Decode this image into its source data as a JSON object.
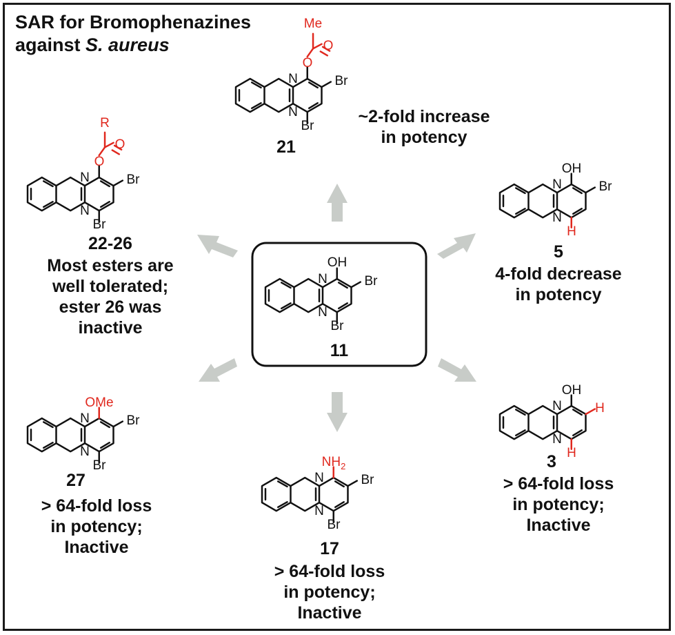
{
  "title": {
    "line1": "SAR for Bromophenazines",
    "line2_prefix": "against ",
    "line2_species": "S. aureus"
  },
  "colors": {
    "highlight": "#e0281e",
    "arrow": "#c8ccc8",
    "line": "#111111"
  },
  "compounds": {
    "c11": {
      "id": "11",
      "substituents": {
        "top": "OH",
        "side": "Br",
        "bottom": "Br"
      }
    },
    "c21": {
      "id": "21",
      "substituents": {
        "group": "Me",
        "side": "Br",
        "bottom": "Br"
      },
      "note": [
        "~2-fold increase",
        "in potency"
      ]
    },
    "c22": {
      "id": "22-26",
      "substituents": {
        "group": "R",
        "side": "Br",
        "bottom": "Br"
      },
      "note": [
        "Most esters are",
        "well tolerated;",
        "ester 26 was",
        "inactive"
      ]
    },
    "c5": {
      "id": "5",
      "substituents": {
        "top": "OH",
        "side": "Br",
        "bottom": "H"
      },
      "note": [
        "4-fold decrease",
        "in potency"
      ]
    },
    "c27": {
      "id": "27",
      "substituents": {
        "top": "OMe",
        "side": "Br",
        "bottom": "Br"
      },
      "note": [
        "> 64-fold loss",
        "in potency;",
        "Inactive"
      ]
    },
    "c17": {
      "id": "17",
      "substituents": {
        "top": "NH",
        "top_sub": "2",
        "side": "Br",
        "bottom": "Br"
      },
      "note": [
        "> 64-fold loss",
        "in potency;",
        "Inactive"
      ]
    },
    "c3": {
      "id": "3",
      "substituents": {
        "top": "OH",
        "side": "H",
        "bottom": "H"
      },
      "note": [
        "> 64-fold loss",
        "in potency;",
        "Inactive"
      ]
    }
  },
  "ring_atom": "N",
  "ester_oxygen": "O"
}
